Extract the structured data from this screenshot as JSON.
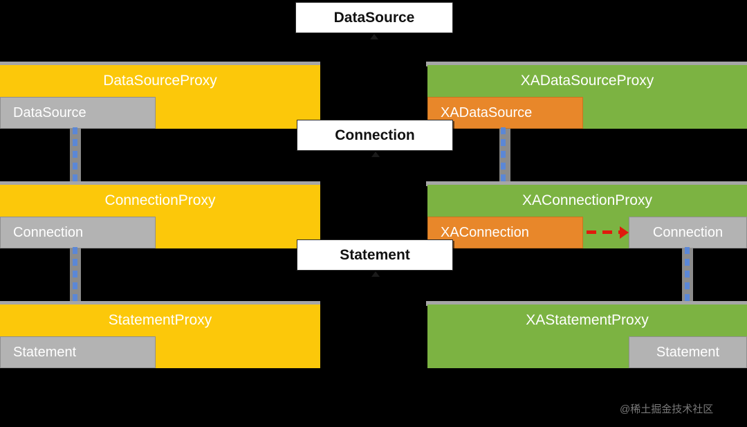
{
  "diagram": {
    "title_chip": "DataSource",
    "chips": [
      {
        "label": "DataSource"
      },
      {
        "label": "Connection"
      },
      {
        "label": "Statement"
      }
    ],
    "columns": {
      "left": {
        "accent": "#fcc80a",
        "blocks": [
          {
            "title": "DataSourceProxy",
            "iface": "DataSource",
            "iface_style": "gray"
          },
          {
            "title": "ConnectionProxy",
            "iface": "Connection",
            "iface_style": "gray"
          },
          {
            "title": "StatementProxy",
            "iface": "Statement",
            "iface_style": "gray"
          }
        ]
      },
      "right": {
        "accent": "#7cb342",
        "blocks": [
          {
            "title": "XADataSourceProxy",
            "iface": "XADataSource",
            "iface_style": "orange",
            "iface2": null
          },
          {
            "title": "XAConnectionProxy",
            "iface": "XAConnection",
            "iface_style": "orange",
            "iface2": "Connection"
          },
          {
            "title": "XAStatementProxy",
            "iface": null,
            "iface_style": "gray",
            "iface2": "Statement"
          }
        ]
      }
    },
    "connectors": {
      "delegation_color": "#5b87d6",
      "xa_link_color": "#e01b0c"
    }
  },
  "watermark": "@稀土掘金技术社区"
}
